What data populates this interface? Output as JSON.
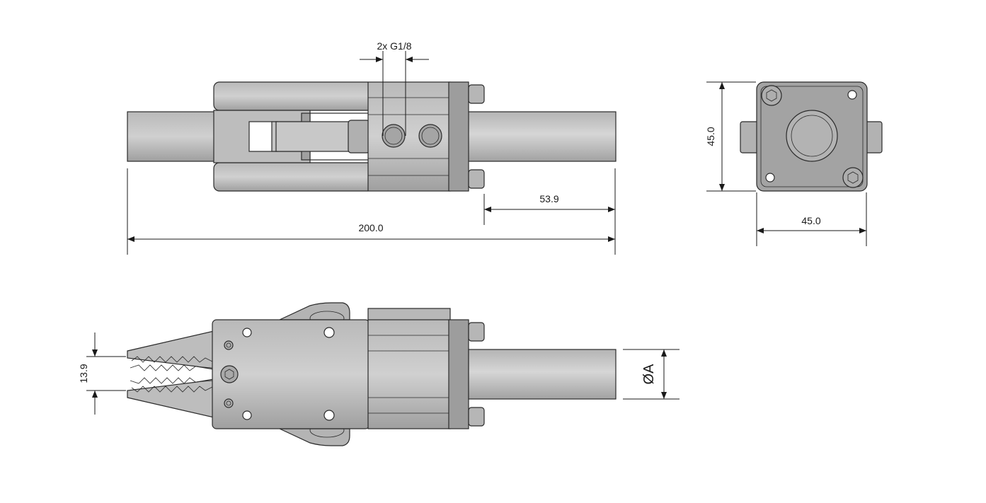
{
  "dimensions": {
    "thread_note": "2x G1/8",
    "overall_length": "200.0",
    "stroke_length": "53.9",
    "end_view_height": "45.0",
    "end_view_width": "45.0",
    "jaw_opening": "13.9",
    "rod_diameter": "ØA"
  },
  "colors": {
    "body": "#a9a9a9",
    "body_light": "#c4c4c4",
    "body_dark": "#8e8e8e",
    "line": "#2a2a2a",
    "background": "#ffffff"
  }
}
